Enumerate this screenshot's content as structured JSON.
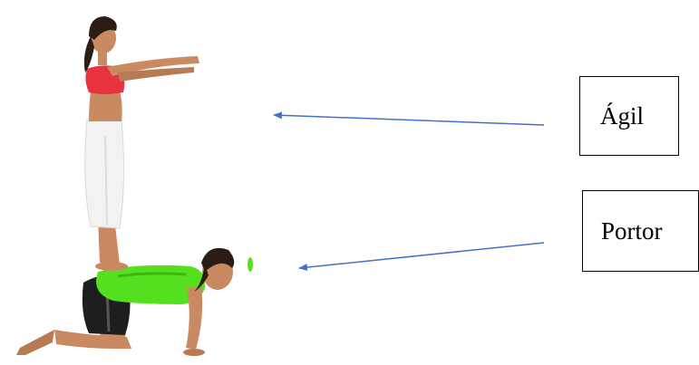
{
  "labels": {
    "agil": "Ágil",
    "portor": "Portor"
  },
  "colors": {
    "arrow": "#4472c4",
    "box_border": "#000000",
    "agil_top": "#e8323f",
    "agil_pants": "#f2f2f2",
    "portor_shirt": "#55e01f",
    "portor_shorts": "#1e1e1e",
    "skin": "#c98a62",
    "hair": "#2b1c14"
  },
  "figures": {
    "top": "agil-figure",
    "bottom": "portor-figure"
  }
}
